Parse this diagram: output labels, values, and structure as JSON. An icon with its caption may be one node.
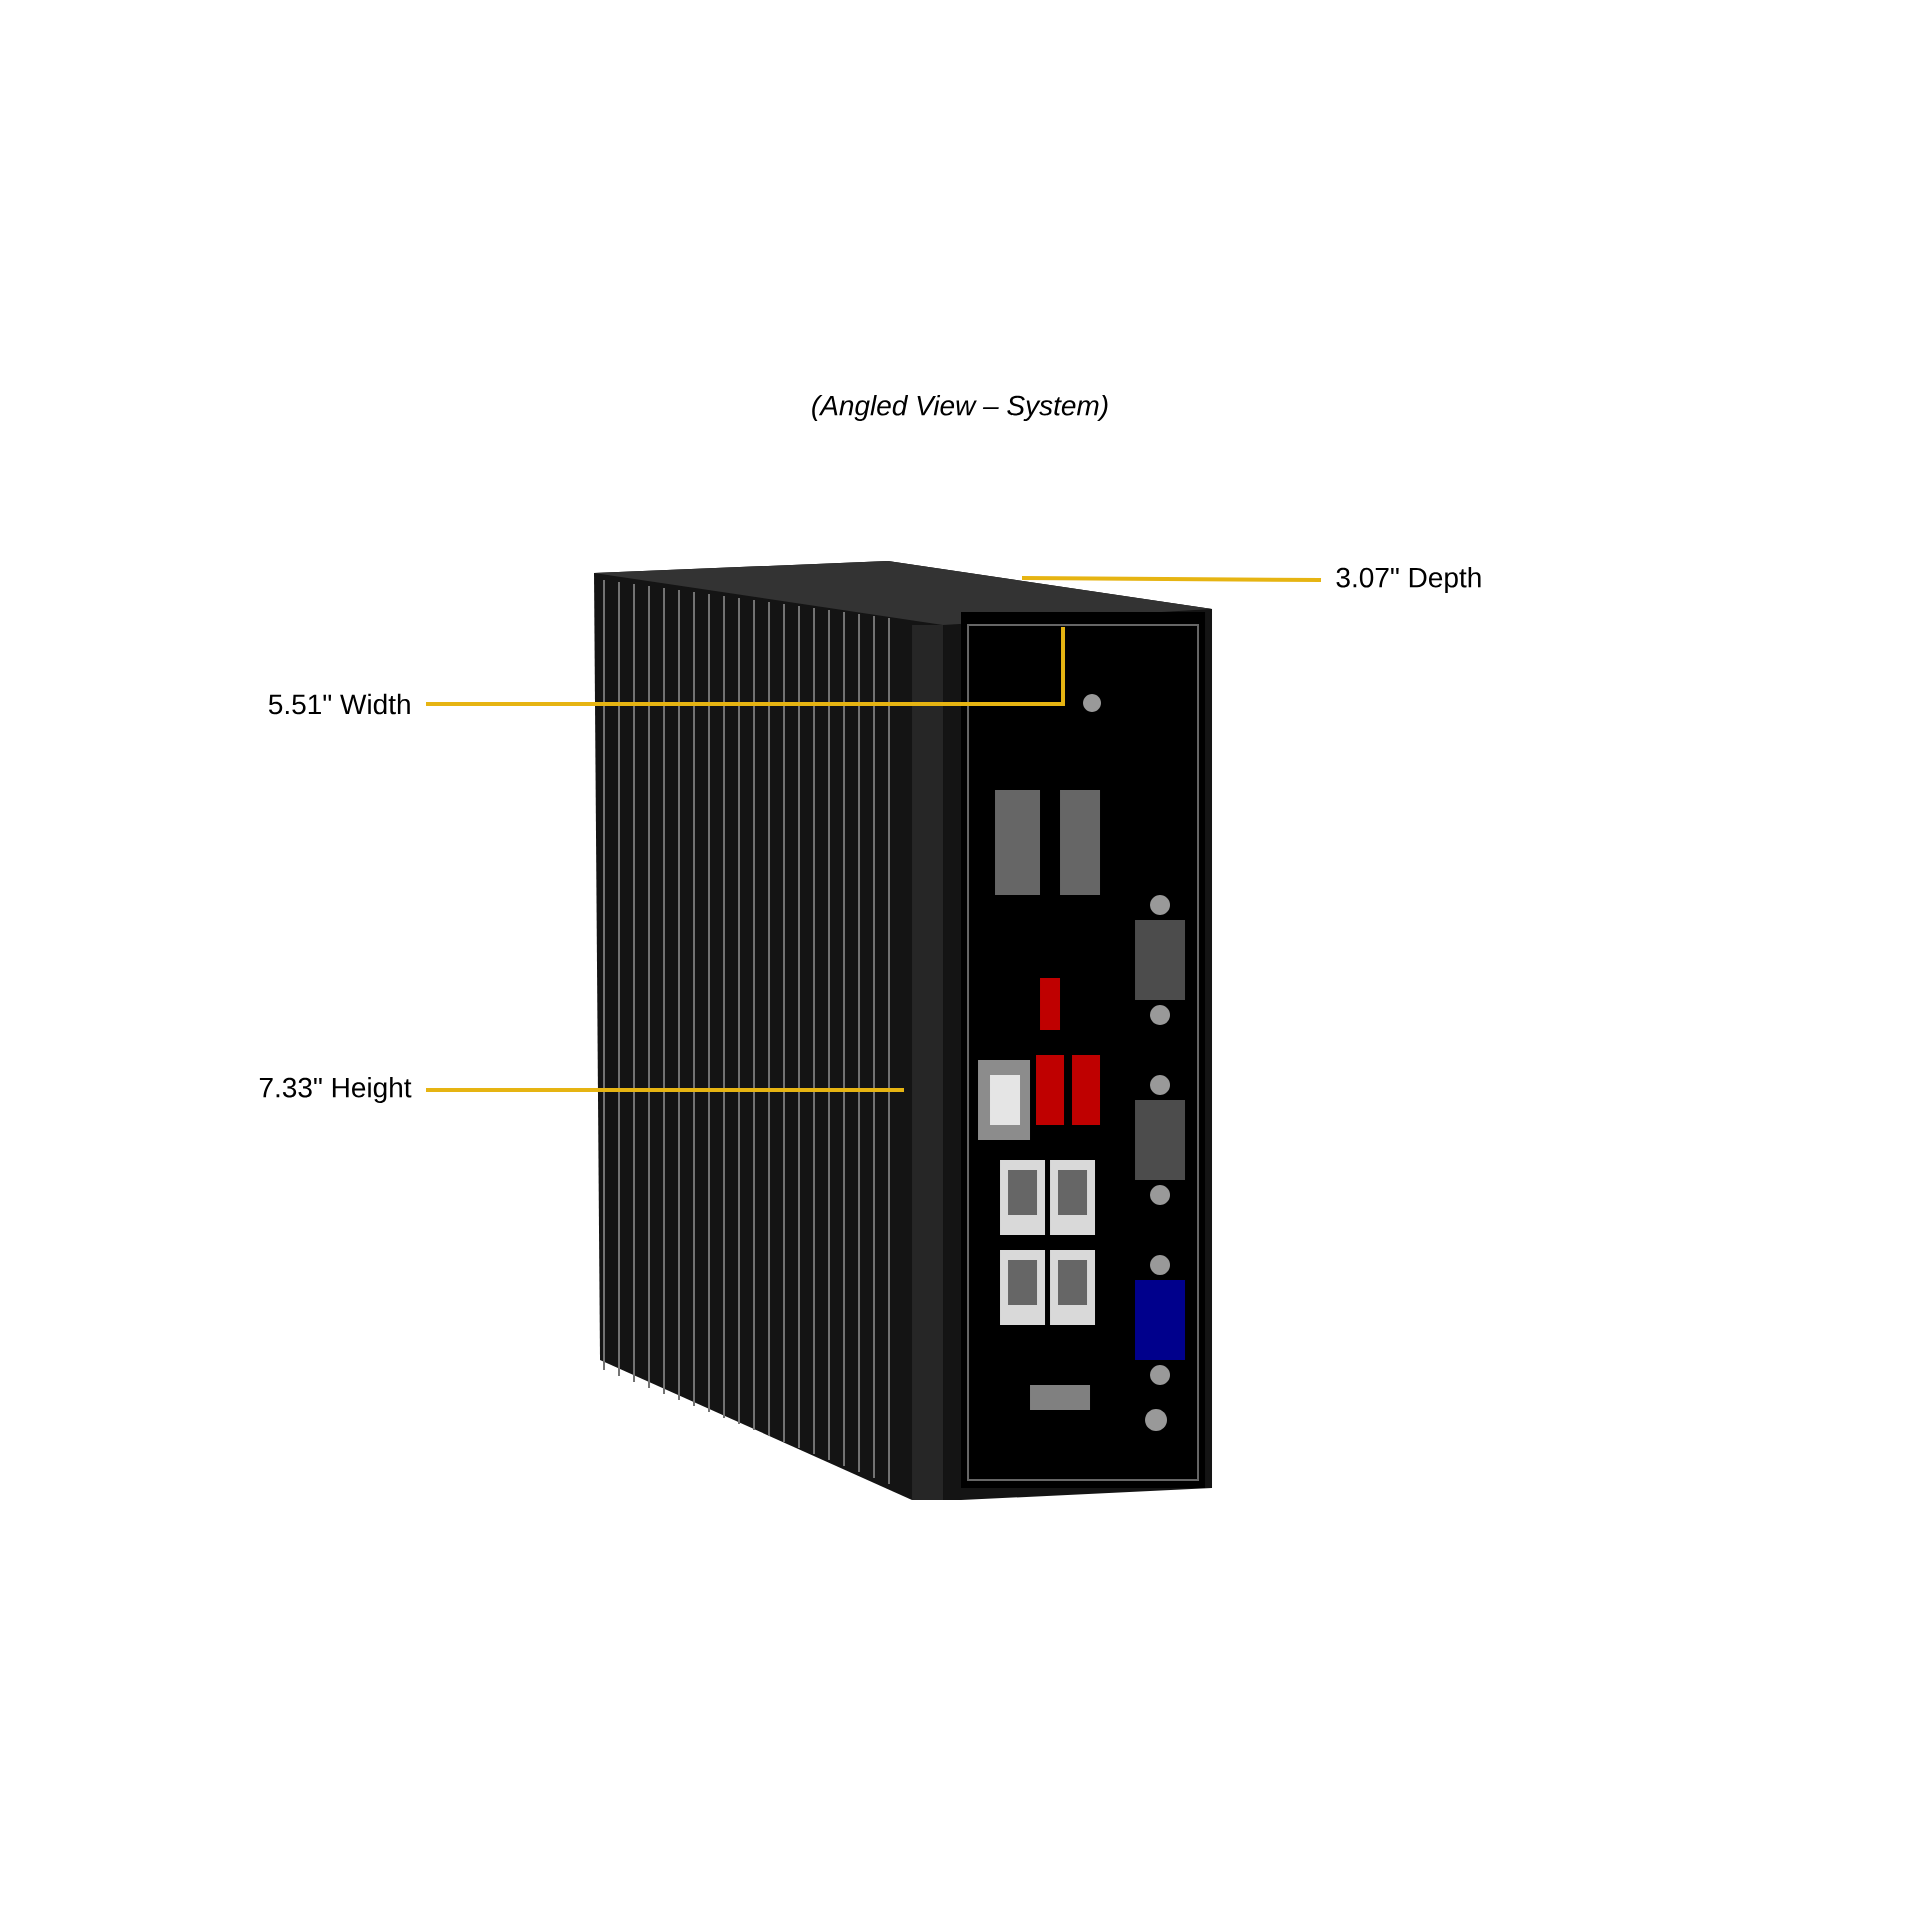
{
  "diagram": {
    "title": "(Angled View – System)",
    "nodes": [
      {
        "text": [
          "3.07\" Depth"
        ]
      },
      {
        "text": [
          "5.51\" Width"
        ]
      },
      {
        "text": [
          "7.33\" Height"
        ]
      }
    ],
    "edges": [
      {
        "from": 0,
        "to": null,
        "arrow": "none"
      },
      {
        "from": 1,
        "to": null,
        "arrow": "none"
      },
      {
        "from": 2,
        "to": null,
        "arrow": "none"
      }
    ]
  }
}
